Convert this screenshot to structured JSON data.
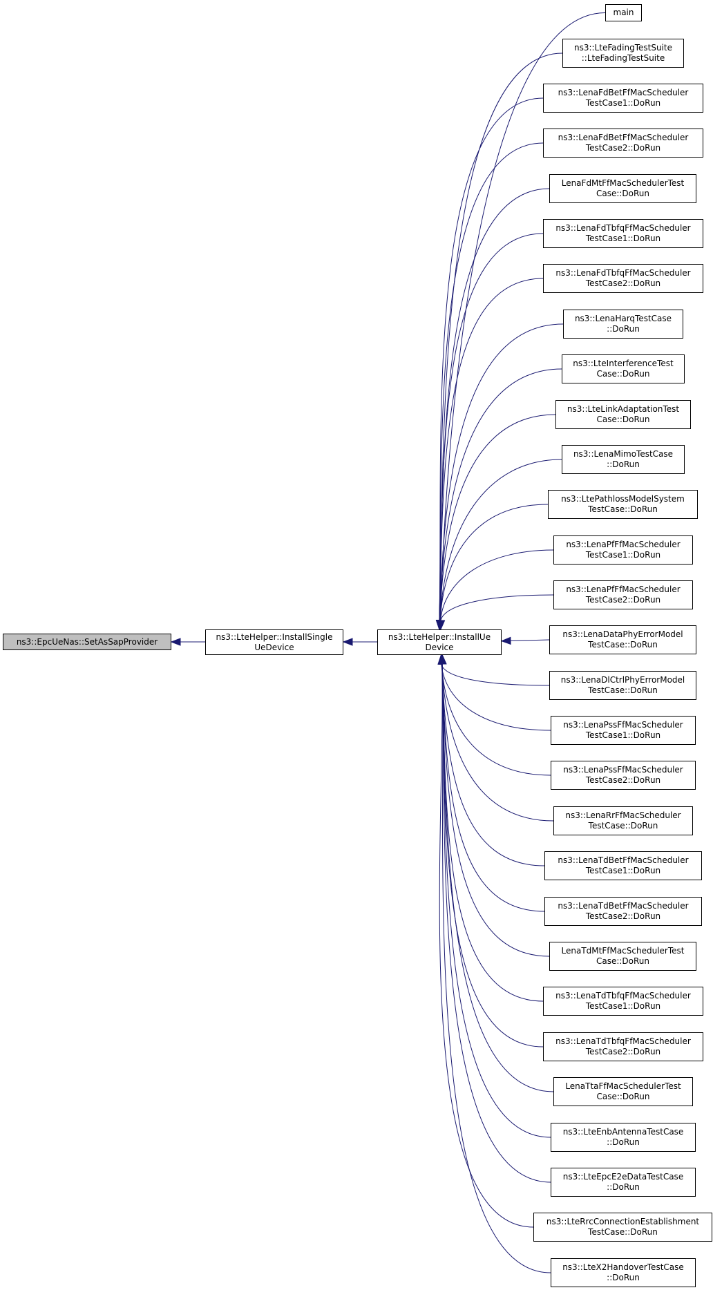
{
  "colors": {
    "edge": "#191970",
    "root_fill": "#bfbfbf",
    "node_fill": "#ffffff",
    "node_border": "#000000"
  },
  "root": {
    "id": "root",
    "lines": [
      "ns3::EpcUeNas::SetAsSapProvider"
    ]
  },
  "middle": [
    {
      "id": "installSingle",
      "lines": [
        "ns3::LteHelper::InstallSingle",
        "UeDevice"
      ]
    },
    {
      "id": "installUe",
      "lines": [
        "ns3::LteHelper::InstallUe",
        "Device"
      ]
    }
  ],
  "callers": [
    {
      "id": "c0",
      "lines": [
        "main"
      ]
    },
    {
      "id": "c1",
      "lines": [
        "ns3::LteFadingTestSuite",
        "::LteFadingTestSuite"
      ]
    },
    {
      "id": "c2",
      "lines": [
        "ns3::LenaFdBetFfMacScheduler",
        "TestCase1::DoRun"
      ]
    },
    {
      "id": "c3",
      "lines": [
        "ns3::LenaFdBetFfMacScheduler",
        "TestCase2::DoRun"
      ]
    },
    {
      "id": "c4",
      "lines": [
        "LenaFdMtFfMacSchedulerTest",
        "Case::DoRun"
      ]
    },
    {
      "id": "c5",
      "lines": [
        "ns3::LenaFdTbfqFfMacScheduler",
        "TestCase1::DoRun"
      ]
    },
    {
      "id": "c6",
      "lines": [
        "ns3::LenaFdTbfqFfMacScheduler",
        "TestCase2::DoRun"
      ]
    },
    {
      "id": "c7",
      "lines": [
        "ns3::LenaHarqTestCase",
        "::DoRun"
      ]
    },
    {
      "id": "c8",
      "lines": [
        "ns3::LteInterferenceTest",
        "Case::DoRun"
      ]
    },
    {
      "id": "c9",
      "lines": [
        "ns3::LteLinkAdaptationTest",
        "Case::DoRun"
      ]
    },
    {
      "id": "c10",
      "lines": [
        "ns3::LenaMimoTestCase",
        "::DoRun"
      ]
    },
    {
      "id": "c11",
      "lines": [
        "ns3::LtePathlossModelSystem",
        "TestCase::DoRun"
      ]
    },
    {
      "id": "c12",
      "lines": [
        "ns3::LenaPfFfMacScheduler",
        "TestCase1::DoRun"
      ]
    },
    {
      "id": "c13",
      "lines": [
        "ns3::LenaPfFfMacScheduler",
        "TestCase2::DoRun"
      ]
    },
    {
      "id": "c14",
      "lines": [
        "ns3::LenaDataPhyErrorModel",
        "TestCase::DoRun"
      ]
    },
    {
      "id": "c15",
      "lines": [
        "ns3::LenaDlCtrlPhyErrorModel",
        "TestCase::DoRun"
      ]
    },
    {
      "id": "c16",
      "lines": [
        "ns3::LenaPssFfMacScheduler",
        "TestCase1::DoRun"
      ]
    },
    {
      "id": "c17",
      "lines": [
        "ns3::LenaPssFfMacScheduler",
        "TestCase2::DoRun"
      ]
    },
    {
      "id": "c18",
      "lines": [
        "ns3::LenaRrFfMacScheduler",
        "TestCase::DoRun"
      ]
    },
    {
      "id": "c19",
      "lines": [
        "ns3::LenaTdBetFfMacScheduler",
        "TestCase1::DoRun"
      ]
    },
    {
      "id": "c20",
      "lines": [
        "ns3::LenaTdBetFfMacScheduler",
        "TestCase2::DoRun"
      ]
    },
    {
      "id": "c21",
      "lines": [
        "LenaTdMtFfMacSchedulerTest",
        "Case::DoRun"
      ]
    },
    {
      "id": "c22",
      "lines": [
        "ns3::LenaTdTbfqFfMacScheduler",
        "TestCase1::DoRun"
      ]
    },
    {
      "id": "c23",
      "lines": [
        "ns3::LenaTdTbfqFfMacScheduler",
        "TestCase2::DoRun"
      ]
    },
    {
      "id": "c24",
      "lines": [
        "LenaTtaFfMacSchedulerTest",
        "Case::DoRun"
      ]
    },
    {
      "id": "c25",
      "lines": [
        "ns3::LteEnbAntennaTestCase",
        "::DoRun"
      ]
    },
    {
      "id": "c26",
      "lines": [
        "ns3::LteEpcE2eDataTestCase",
        "::DoRun"
      ]
    },
    {
      "id": "c27",
      "lines": [
        "ns3::LteRrcConnectionEstablishment",
        "TestCase::DoRun"
      ]
    },
    {
      "id": "c28",
      "lines": [
        "ns3::LteX2HandoverTestCase",
        "::DoRun"
      ]
    }
  ]
}
